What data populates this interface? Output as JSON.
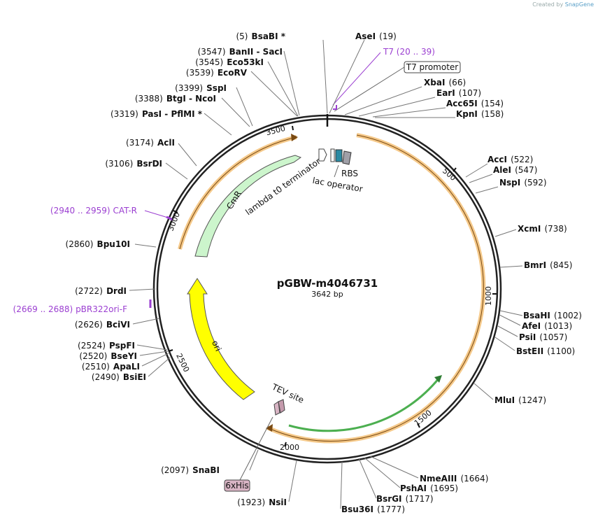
{
  "plasmid": {
    "name": "pGBW-m4046731",
    "length_label": "3642 bp",
    "length": 3642
  },
  "credit": {
    "prefix": "Created by",
    "brand": "SnapGene"
  },
  "ticks": [
    "500",
    "1000",
    "1500",
    "2000",
    "2500",
    "3000",
    "3500"
  ],
  "sites": [
    {
      "name": "BsaBI *",
      "pos": "(5)",
      "side": "left"
    },
    {
      "name": "AseI",
      "pos": "(19)",
      "side": "right"
    },
    {
      "name": "XbaI",
      "pos": "(66)",
      "side": "right"
    },
    {
      "name": "EarI",
      "pos": "(107)",
      "side": "right"
    },
    {
      "name": "Acc65I",
      "pos": "(154)",
      "side": "right"
    },
    {
      "name": "KpnI",
      "pos": "(158)",
      "side": "right"
    },
    {
      "name": "AccI",
      "pos": "(522)",
      "side": "right"
    },
    {
      "name": "AleI",
      "pos": "(547)",
      "side": "right"
    },
    {
      "name": "NspI",
      "pos": "(592)",
      "side": "right"
    },
    {
      "name": "XcmI",
      "pos": "(738)",
      "side": "right"
    },
    {
      "name": "BmrI",
      "pos": "(845)",
      "side": "right"
    },
    {
      "name": "BsaHI",
      "pos": "(1002)",
      "side": "right"
    },
    {
      "name": "AfeI",
      "pos": "(1013)",
      "side": "right"
    },
    {
      "name": "PsiI",
      "pos": "(1057)",
      "side": "right"
    },
    {
      "name": "BstEII",
      "pos": "(1100)",
      "side": "right"
    },
    {
      "name": "MluI",
      "pos": "(1247)",
      "side": "right"
    },
    {
      "name": "NmeAIII",
      "pos": "(1664)",
      "side": "right"
    },
    {
      "name": "PshAI",
      "pos": "(1695)",
      "side": "right"
    },
    {
      "name": "BsrGI",
      "pos": "(1717)",
      "side": "right"
    },
    {
      "name": "Bsu36I",
      "pos": "(1777)",
      "side": "right"
    },
    {
      "name": "NsiI",
      "pos": "(1923)",
      "side": "left"
    },
    {
      "name": "SnaBI",
      "pos": "(2097)",
      "side": "left"
    },
    {
      "name": "BsiEI",
      "pos": "(2490)",
      "side": "left"
    },
    {
      "name": "ApaLI",
      "pos": "(2510)",
      "side": "left"
    },
    {
      "name": "BseYI",
      "pos": "(2520)",
      "side": "left"
    },
    {
      "name": "PspFI",
      "pos": "(2524)",
      "side": "left"
    },
    {
      "name": "BciVI",
      "pos": "(2626)",
      "side": "left"
    },
    {
      "name": "DrdI",
      "pos": "(2722)",
      "side": "left"
    },
    {
      "name": "Bpu10I",
      "pos": "(2860)",
      "side": "left"
    },
    {
      "name": "BsrDI",
      "pos": "(3106)",
      "side": "left"
    },
    {
      "name": "AclI",
      "pos": "(3174)",
      "side": "left"
    },
    {
      "name": "PasI  -  PflMI *",
      "pos": "(3319)",
      "side": "left"
    },
    {
      "name": "BtgI  -  NcoI",
      "pos": "(3388)",
      "side": "left"
    },
    {
      "name": "SspI",
      "pos": "(3399)",
      "side": "left"
    },
    {
      "name": "EcoRV",
      "pos": "(3539)",
      "side": "left"
    },
    {
      "name": "Eco53kI",
      "pos": "(3545)",
      "side": "left"
    },
    {
      "name": "BanII  -  SacI",
      "pos": "(3547)",
      "side": "left"
    }
  ],
  "primers": [
    {
      "name": "T7",
      "range": "(20 .. 39)"
    },
    {
      "name": "CAT-R",
      "range": "(2940 .. 2959)"
    },
    {
      "name": "pBR322ori-F",
      "range": "(2669 .. 2688)"
    }
  ],
  "features": {
    "cmr": "CmR",
    "ori": "ori",
    "lambda": "lambda t0 terminator",
    "rbs": "RBS",
    "lac": "lac operator",
    "tev": "TEV site",
    "t7_promoter": "T7 promoter",
    "his": "6xHis"
  },
  "colors": {
    "cmr": "#ccf5cc",
    "ori": "#ffff00",
    "orf": "#f5c98a",
    "primer": "#9b3fd1",
    "lac": "#2a8aa3",
    "rbs": "#a0a0a8",
    "his": "#d8b4c4",
    "green_arrow": "#4caf50"
  }
}
